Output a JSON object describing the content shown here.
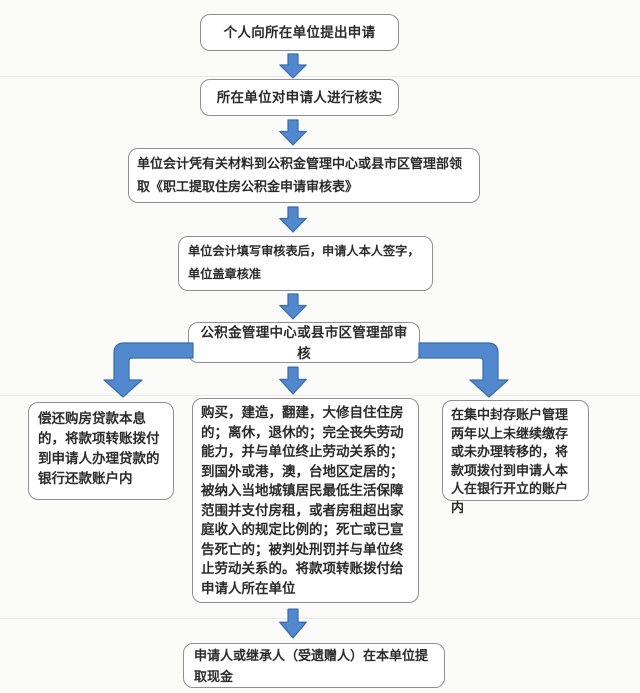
{
  "colors": {
    "arrow_fill": "#5188ce",
    "arrow_stroke": "#3a6cae",
    "box_border": "#8e9093",
    "box_bg": "#ffffff",
    "text": "#2b2b2b",
    "page_bg": "#fbfbfa"
  },
  "flowchart": {
    "type": "flowchart",
    "nodes": {
      "apply": {
        "label": "个人向所在单位提出申请"
      },
      "verify": {
        "label": "所在单位对申请人进行核实"
      },
      "form": {
        "label": "单位会计凭有关材料到公积金管理中心或县市区管理部领取《职工提取住房公积金申请审核表》"
      },
      "sign": {
        "label": "单位会计填写审核表后，申请人本人签字，单位盖章核准"
      },
      "review": {
        "label": "公积金管理中心或县市区管理部审核"
      },
      "loan": {
        "label": "偿还购房贷款本息的，将款项转账拨付到申请人办理贷款的银行还款账户内"
      },
      "conditions": {
        "label": "购买，建造，翻建，大修自住住房的；离休，退休的；完全丧失劳动能力，并与单位终止劳动关系的；到国外或港，澳，台地区定居的；被纳入当地城镇居民最低生活保障范围并支付房租，或者房租超出家庭收入的规定比例的；死亡或已宣告死亡的；被判处刑罚并与单位终止劳动关系的。将款项转账拨付给申请人所在单位"
      },
      "sealed": {
        "label": "在集中封存账户管理两年以上未继续缴存或未办理转移的，将款项拨付到申请人本人在银行开立的账户内"
      },
      "cash": {
        "label": "申请人或继承人（受遗赠人）在本单位提取现金"
      }
    }
  }
}
